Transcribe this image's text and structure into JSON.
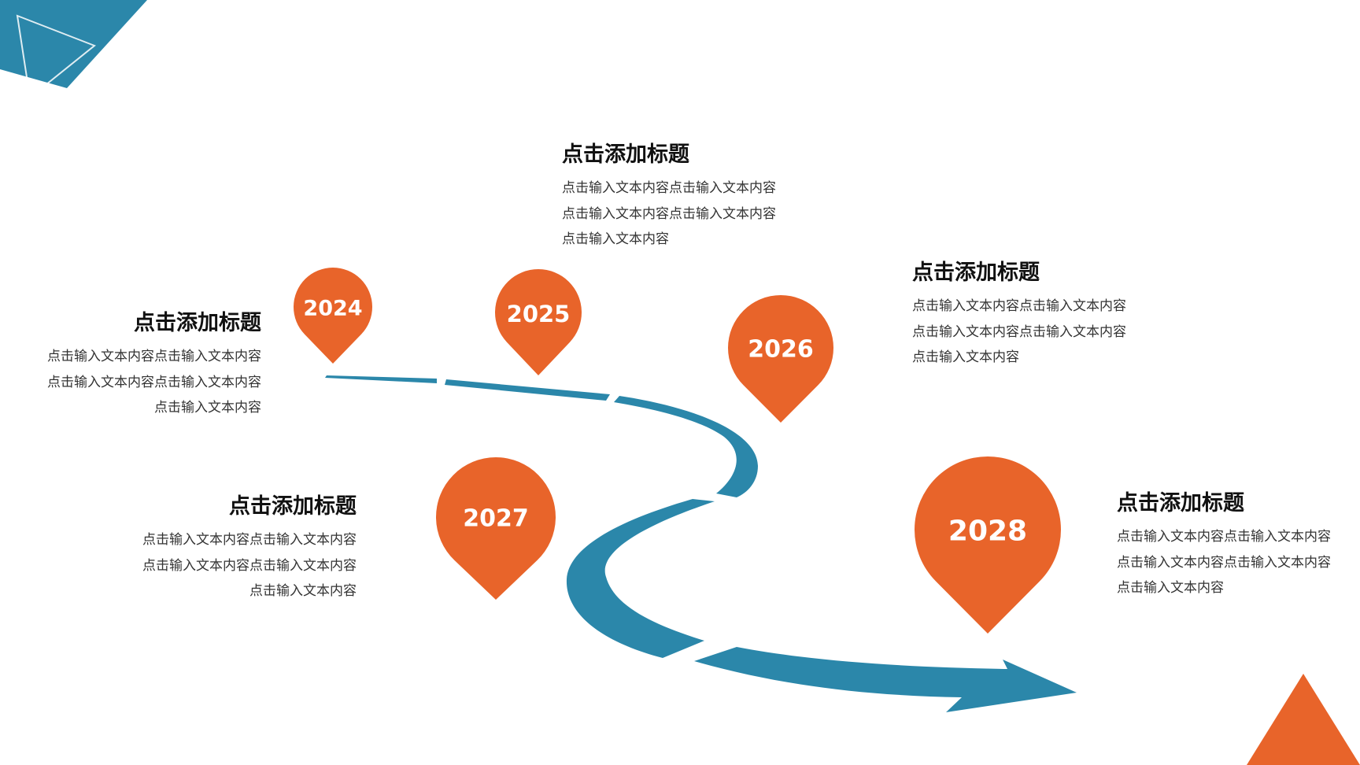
{
  "colors": {
    "accent_orange": "#E8642A",
    "accent_blue": "#2B87AA",
    "background": "#FFFFFF"
  },
  "milestones": [
    {
      "year": "2024",
      "title": "点击添加标题",
      "body": "点击输入文本内容点击输入文本内容点击输入文本内容点击输入文本内容点击输入文本内容"
    },
    {
      "year": "2025",
      "title": "点击添加标题",
      "body": "点击输入文本内容点击输入文本内容点击输入文本内容点击输入文本内容点击输入文本内容"
    },
    {
      "year": "2026",
      "title": "点击添加标题",
      "body": "点击输入文本内容点击输入文本内容点击输入文本内容点击输入文本内容点击输入文本内容"
    },
    {
      "year": "2027",
      "title": "点击添加标题",
      "body": "点击输入文本内容点击输入文本内容点击输入文本内容点击输入文本内容点击输入文本内容"
    },
    {
      "year": "2028",
      "title": "点击添加标题",
      "body": "点击输入文本内容点击输入文本内容点击输入文本内容点击输入文本内容点击输入文本内容"
    }
  ]
}
